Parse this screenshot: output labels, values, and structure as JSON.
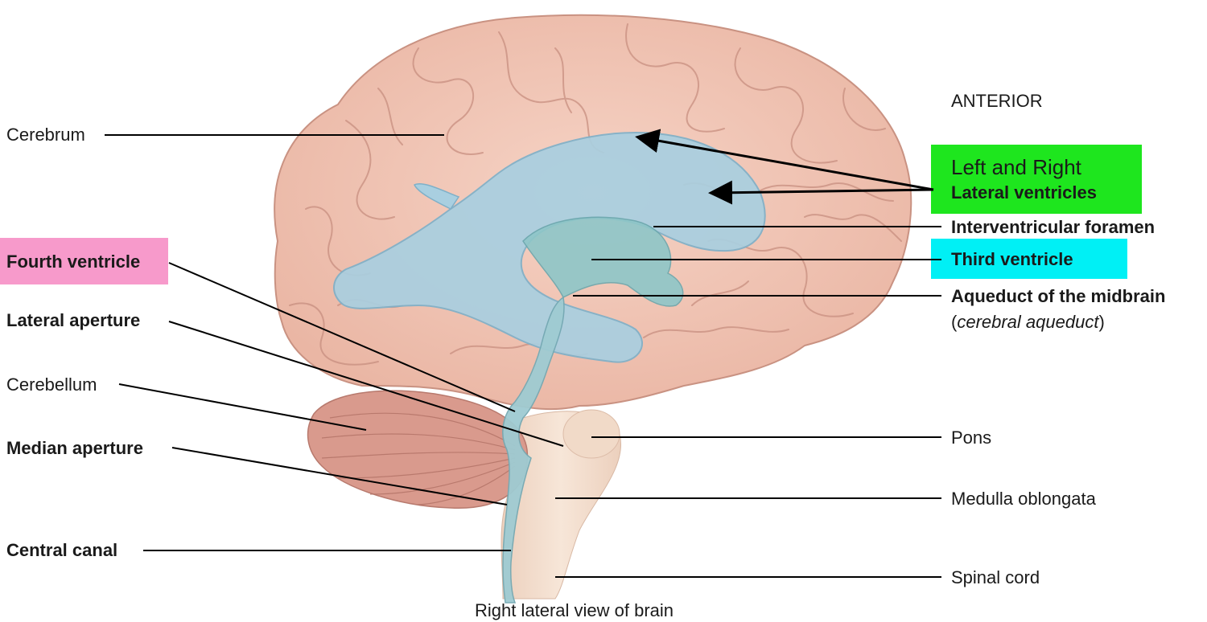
{
  "labels": {
    "anterior": "ANTERIOR",
    "cerebrum": "Cerebrum",
    "lateral_ventricles_line1": "Left and Right",
    "lateral_ventricles_line2": "Lateral ventricles",
    "interventricular_foramen": "Interventricular foramen",
    "fourth_ventricle": "Fourth ventricle",
    "third_ventricle": "Third ventricle",
    "aqueduct": "Aqueduct of the midbrain",
    "aqueduct_alt_open": "(",
    "aqueduct_alt": "cerebral aqueduct",
    "aqueduct_alt_close": ")",
    "lateral_aperture": "Lateral aperture",
    "cerebellum": "Cerebellum",
    "median_aperture": "Median aperture",
    "pons": "Pons",
    "medulla": "Medulla oblongata",
    "central_canal": "Central canal",
    "spinal_cord": "Spinal cord",
    "caption": "Right lateral view of brain"
  },
  "colors": {
    "highlight_lateral": "#1ee61e",
    "highlight_fourth": "#f79acb",
    "highlight_third": "#00f0f5",
    "brain": "#f2c6b6",
    "brain_sulci": "#d9a394",
    "ventricle": "#a9cfe0",
    "cerebellum": "#d9998c",
    "brainstem": "#f3dccb"
  }
}
